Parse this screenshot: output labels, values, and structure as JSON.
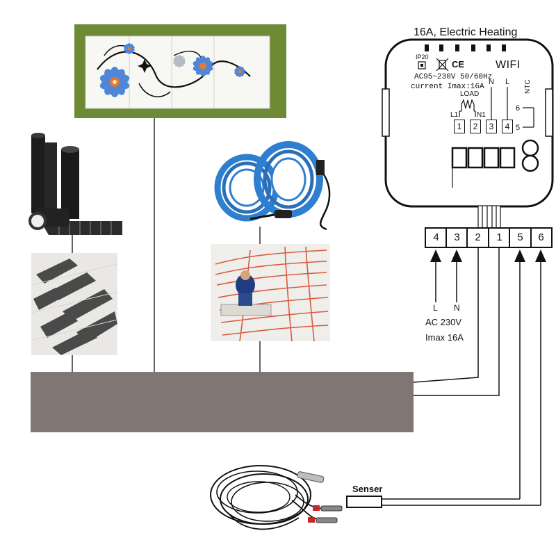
{
  "thermostat": {
    "title": "16A, Electric Heating",
    "ip_rating": "IP20",
    "ce_mark": "CE",
    "wifi": "WIFI",
    "voltage": "AC95~230V 50/60Hz",
    "current": "current Imax:16A",
    "load": "LOAD",
    "l1": "L1",
    "n1": "N1",
    "n": "N",
    "l": "L",
    "ntc": "NTC",
    "pin6": "6",
    "pin5": "5",
    "terminals": [
      "1",
      "2",
      "3",
      "4"
    ]
  },
  "terminal_block": {
    "labels": [
      "4",
      "3",
      "2",
      "1",
      "5",
      "6"
    ]
  },
  "power": {
    "l": "L",
    "n": "N",
    "ac": "AC 230V",
    "imax": "Imax 16A"
  },
  "sensor": {
    "label": "Senser"
  },
  "colors": {
    "heater_bar": "#807673",
    "panel_green": "#6f8a35",
    "cable_blue": "#2f7fd0",
    "heating_wire": "#d85a3c",
    "flower_blue": "#4f86d8"
  }
}
